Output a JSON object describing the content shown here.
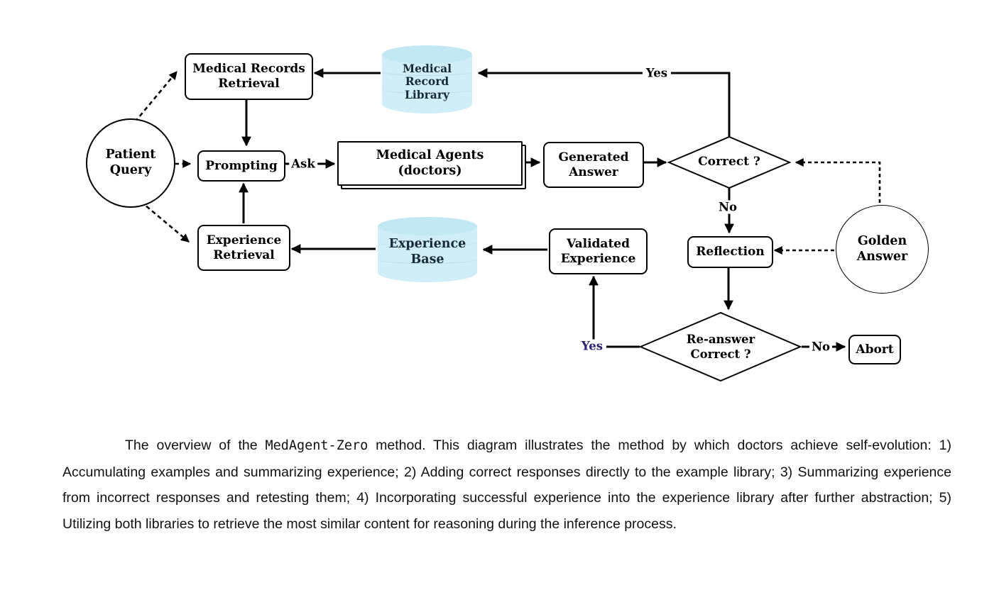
{
  "figure": {
    "nodes": {
      "patient_query": {
        "lines": [
          "Patient",
          "Query"
        ]
      },
      "medical_records_retrieval": {
        "lines": [
          "Medical Records",
          "Retrieval"
        ]
      },
      "prompting": {
        "lines": [
          "Prompting"
        ]
      },
      "medical_agents": {
        "lines": [
          "Medical Agents",
          "(doctors)"
        ]
      },
      "generated_answer": {
        "lines": [
          "Generated",
          "Answer"
        ]
      },
      "medical_record_library": {
        "lines": [
          "Medical",
          "Record",
          "Library"
        ]
      },
      "correct_decision": {
        "lines": [
          "Correct ?"
        ]
      },
      "golden_answer": {
        "lines": [
          "Golden",
          "Answer"
        ]
      },
      "reflection": {
        "lines": [
          "Reflection"
        ]
      },
      "experience_retrieval": {
        "lines": [
          "Experience",
          "Retrieval"
        ]
      },
      "experience_base": {
        "lines": [
          "Experience",
          "Base"
        ]
      },
      "validated_experience": {
        "lines": [
          "Validated",
          "Experience"
        ]
      },
      "reanswer_decision": {
        "lines": [
          "Re-answer",
          "Correct ?"
        ]
      },
      "abort": {
        "lines": [
          "Abort"
        ]
      }
    },
    "edge_labels": {
      "ask": "Ask",
      "yes_correct": "Yes",
      "no_correct": "No",
      "yes_reanswer": "Yes",
      "no_reanswer": "No"
    },
    "colors": {
      "line": "#000000",
      "cylinder_body": "#cfeef8",
      "cylinder_top": "#c2e8f3",
      "cylinder_text": "#162a3a",
      "yes_reanswer_text": "#2c2270"
    }
  },
  "caption": {
    "part1": "The overview of the ",
    "code": "MedAgent-Zero",
    "part2": " method. This diagram illustrates the method by which doctors achieve self-evolution: 1) Accumulating examples and summarizing experience; 2) Adding correct responses directly to the example library; 3) Summarizing experience from incorrect responses and retesting them; 4) Incorporating successful experience into the experience library after further abstraction; 5) Utilizing both libraries to retrieve the most similar content for reasoning during the inference process."
  }
}
